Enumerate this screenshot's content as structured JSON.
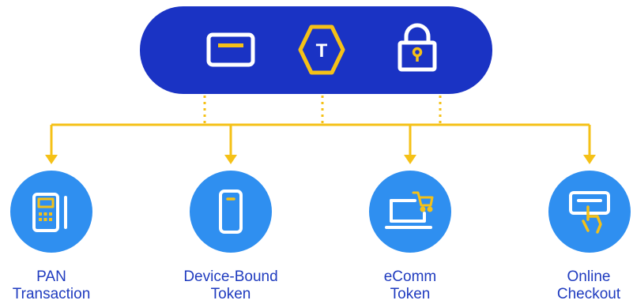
{
  "colors": {
    "pill": "#1a33c4",
    "accent": "#f5c117",
    "circle": "#2f8ff0",
    "icon_white": "#ffffff",
    "label": "#1f3bbf"
  },
  "header_icons": [
    "card-icon",
    "token-hexagon-icon",
    "lock-icon"
  ],
  "token_letter": "T",
  "destinations": [
    {
      "icon": "pos-terminal-icon",
      "line1": "PAN",
      "line2": "Transaction"
    },
    {
      "icon": "mobile-device-icon",
      "line1": "Device-Bound",
      "line2": "Token"
    },
    {
      "icon": "ecommerce-laptop-icon",
      "line1": "eComm",
      "line2": "Token"
    },
    {
      "icon": "tap-checkout-icon",
      "line1": "Online",
      "line2": "Checkout"
    }
  ]
}
